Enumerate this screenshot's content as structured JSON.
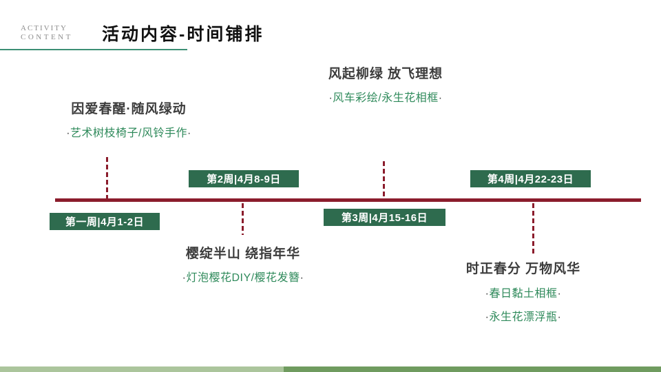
{
  "slide": {
    "eyebrow": {
      "line1": "ACTIVITY",
      "line2": "CONTENT"
    },
    "title": "活动内容-时间铺排"
  },
  "colors": {
    "timeline_red": "#8B1C2C",
    "week_box_green": "#2E6B4E",
    "activity_text_green": "#2F8A5B",
    "header_rule_teal": "#3C8F74",
    "footer_light_green": "#ABC59C",
    "footer_dark_green": "#6F9B5F",
    "title_black": "#111111",
    "event_title_gray": "#3c3c3c"
  },
  "timeline": {
    "weeks": [
      {
        "label": "第一周|4月1-2日"
      },
      {
        "label": "第2周|4月8-9日"
      },
      {
        "label": "第3周|4月15-16日"
      },
      {
        "label": "第4周|4月22-23日"
      }
    ],
    "events": [
      {
        "title": "因爱春醒·随风绿动",
        "dot": "·",
        "activities": [
          "艺术树枝椅子/风铃手作"
        ]
      },
      {
        "title": "樱绽半山 绕指年华",
        "dot": "·",
        "activities": [
          "灯泡樱花DIY/樱花发簪"
        ]
      },
      {
        "title": "风起柳绿 放飞理想",
        "dot": "·",
        "activities": [
          "风车彩绘/永生花相框"
        ]
      },
      {
        "title": "时正春分 万物风华",
        "dot": "·",
        "activities": [
          "春日黏土相框",
          "永生花漂浮瓶"
        ]
      }
    ]
  }
}
